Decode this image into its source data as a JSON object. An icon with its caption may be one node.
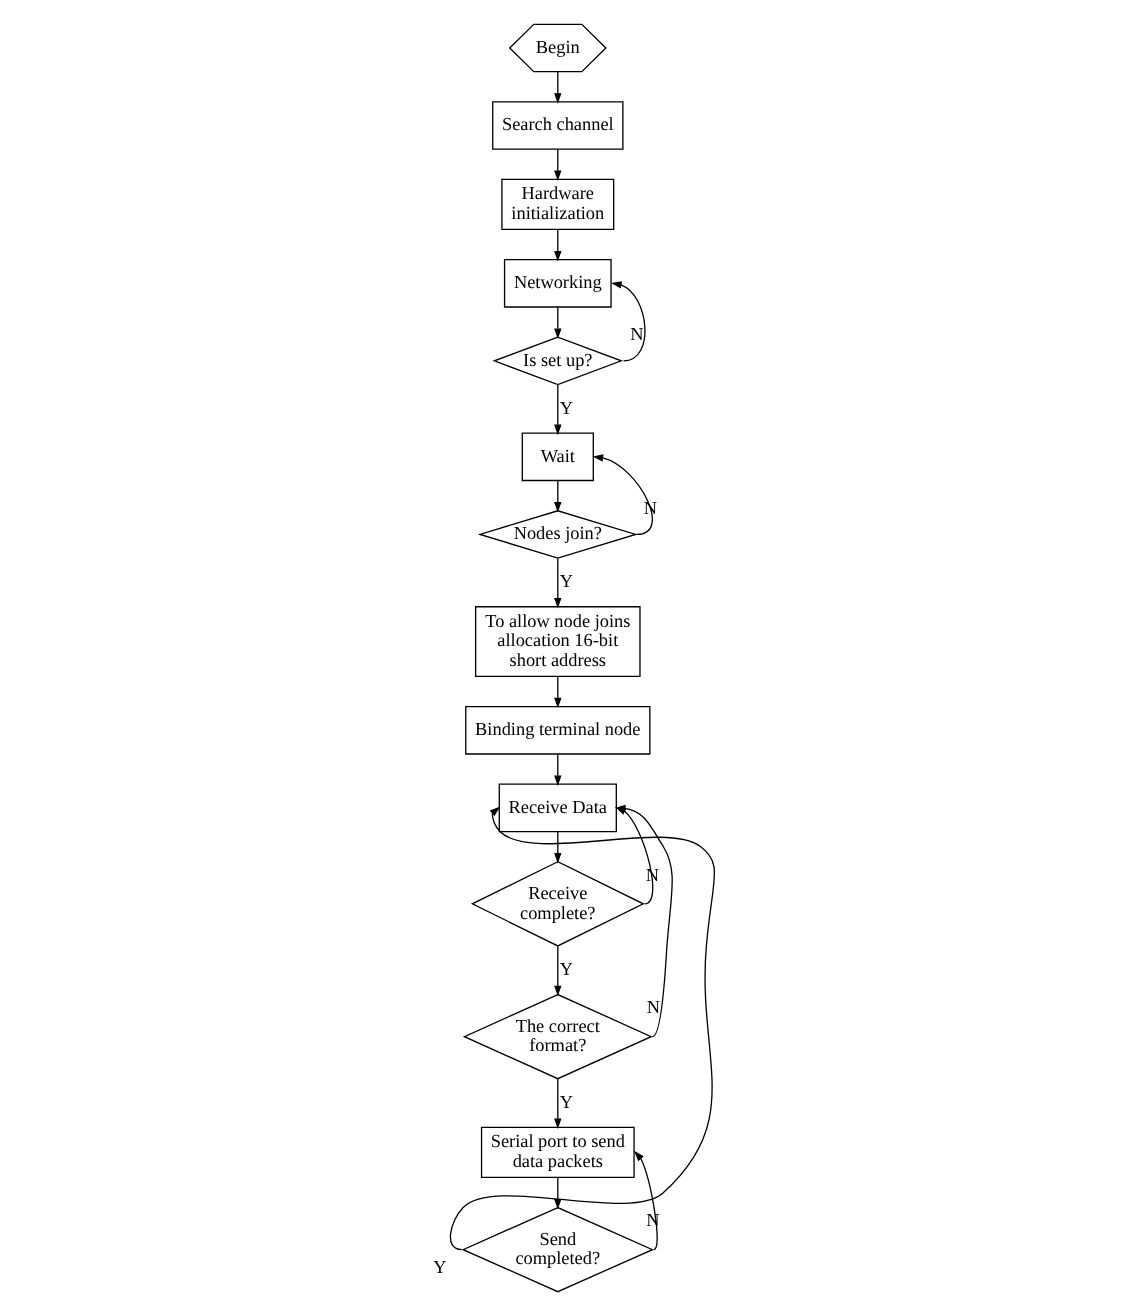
{
  "diagram": {
    "nodes": [
      {
        "text": [
          "Begin"
        ]
      },
      {
        "text": [
          "Search channel"
        ]
      },
      {
        "text": [
          "Hardware initialization"
        ]
      },
      {
        "text": [
          "Networking"
        ]
      },
      {
        "text": [
          "Is set up?"
        ]
      },
      {
        "text": [
          "Wait"
        ]
      },
      {
        "text": [
          "Nodes join?"
        ]
      },
      {
        "text": [
          "To allow node joins allocation 16-bit short address"
        ]
      },
      {
        "text": [
          "Binding terminal node"
        ]
      },
      {
        "text": [
          "Receive Data"
        ]
      },
      {
        "text": [
          "Receive complete?"
        ]
      },
      {
        "text": [
          "The correct format?"
        ]
      },
      {
        "text": [
          "Serial port to send data packets"
        ]
      },
      {
        "text": [
          "Send completed?"
        ]
      }
    ],
    "edges": [
      {
        "from": 0,
        "to": 1,
        "arrow": "to"
      },
      {
        "from": 1,
        "to": 2,
        "arrow": "to"
      },
      {
        "from": 2,
        "to": 3,
        "arrow": "to"
      },
      {
        "from": 3,
        "to": 4,
        "arrow": "to"
      },
      {
        "from": 4,
        "to": 5,
        "arrow": "to",
        "label": "Y"
      },
      {
        "from": 4,
        "to": 3,
        "arrow": "to",
        "label": "N"
      },
      {
        "from": 5,
        "to": 6,
        "arrow": "to"
      },
      {
        "from": 6,
        "to": 7,
        "arrow": "to",
        "label": "Y"
      },
      {
        "from": 6,
        "to": 5,
        "arrow": "to",
        "label": "N"
      },
      {
        "from": 7,
        "to": 8,
        "arrow": "to"
      },
      {
        "from": 8,
        "to": 9,
        "arrow": "to"
      },
      {
        "from": 9,
        "to": 10,
        "arrow": "to"
      },
      {
        "from": 10,
        "to": 11,
        "arrow": "to",
        "label": "Y"
      },
      {
        "from": 10,
        "to": 9,
        "arrow": "to",
        "label": "N"
      },
      {
        "from": 11,
        "to": 12,
        "arrow": "to",
        "label": "Y"
      },
      {
        "from": 11,
        "to": 9,
        "arrow": "to",
        "label": "N"
      },
      {
        "from": 12,
        "to": 13,
        "arrow": "to"
      },
      {
        "from": 13,
        "to": 9,
        "arrow": "to",
        "label": "Y"
      },
      {
        "from": 13,
        "to": 12,
        "arrow": "to",
        "label": "N"
      }
    ]
  }
}
